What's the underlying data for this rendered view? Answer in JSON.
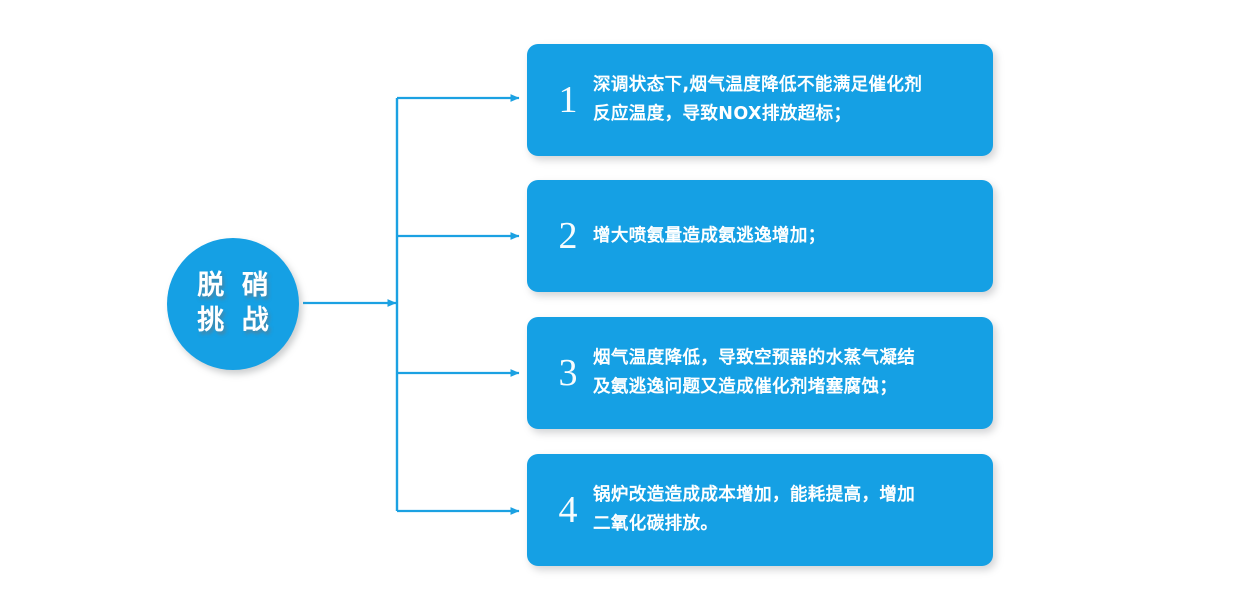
{
  "diagram": {
    "type": "hub-and-spoke flowchart",
    "hub": {
      "label_line1": "脱 硝",
      "label_line2": "挑 战",
      "full_label": "脱硝挑战"
    },
    "colors": {
      "node_blue": "#15a0e4",
      "connector_blue": "#1ba1e2",
      "text_white": "#ffffff",
      "background": "#ffffff",
      "shadow_gray": "#8a8f94"
    },
    "items": [
      {
        "number": "1",
        "lines": [
          "深调状态下,烟气温度降低不能满足催化剂",
          "反应温度，导致NOX排放超标；"
        ],
        "text": "深调状态下,烟气温度降低不能满足催化剂反应温度，导致NOX排放超标；"
      },
      {
        "number": "2",
        "lines": [
          "增大喷氨量造成氨逃逸增加；"
        ],
        "text": "增大喷氨量造成氨逃逸增加；"
      },
      {
        "number": "3",
        "lines": [
          "烟气温度降低，导致空预器的水蒸气凝结",
          "及氨逃逸问题又造成催化剂堵塞腐蚀；"
        ],
        "text": "烟气温度降低，导致空预器的水蒸气凝结及氨逃逸问题又造成催化剂堵塞腐蚀；"
      },
      {
        "number": "4",
        "lines": [
          "锅炉改造造成成本增加，能耗提高，增加",
          "二氧化碳排放。"
        ],
        "text": "锅炉改造造成成本增加，能耗提高，增加二氧化碳排放。"
      }
    ],
    "connectors": {
      "trunk_label": "vertical-trunk",
      "branch_count": 4,
      "arrow_style": "solid-triangle-right"
    }
  }
}
